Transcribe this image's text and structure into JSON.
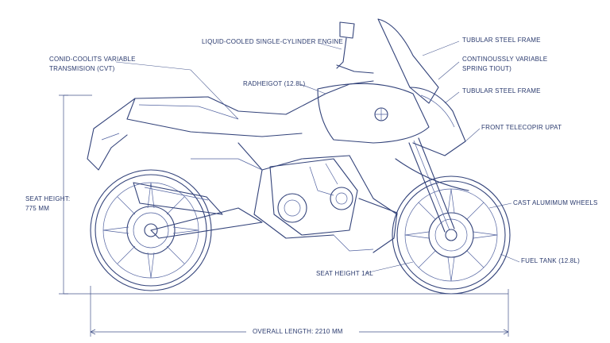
{
  "colors": {
    "ink": "#33437a",
    "label": "#2a3a6e",
    "background": "#ffffff"
  },
  "icons": {
    "logo": "roundel-logo-icon"
  },
  "labels": {
    "engine": "LIQUID-COOLED SINGLE-CYLINDER ENGINE",
    "transmission_line1": "CONID-COOLITS VARIABLE",
    "transmission_line2": "TRANSMISION (CVT)",
    "tubular_frame_top": "TUBULAR STEEL FRAME",
    "spring_line1": "CONTINOUSSLY VARIABLE",
    "spring_line2": "SPRING TIOUT)",
    "tubular_frame_mid": "TUBULAR STEEL FRAME",
    "seat_mid": "RADHEIGOT (12.8L)",
    "front_telescopic": "FRONT TELECOPIR UPAT",
    "seat_height_line1": "SEAT HEIGHT:",
    "seat_height_line2": "775 MM",
    "wheels": "CAST ALUMIMUM WHEELS",
    "fuel_tank": "FUEL TANK (12.8L)",
    "seat_height_bottom": "SEAT HEIGHT 1AL",
    "overall_length": "OVERALL LENGTH: 2210 MM"
  }
}
